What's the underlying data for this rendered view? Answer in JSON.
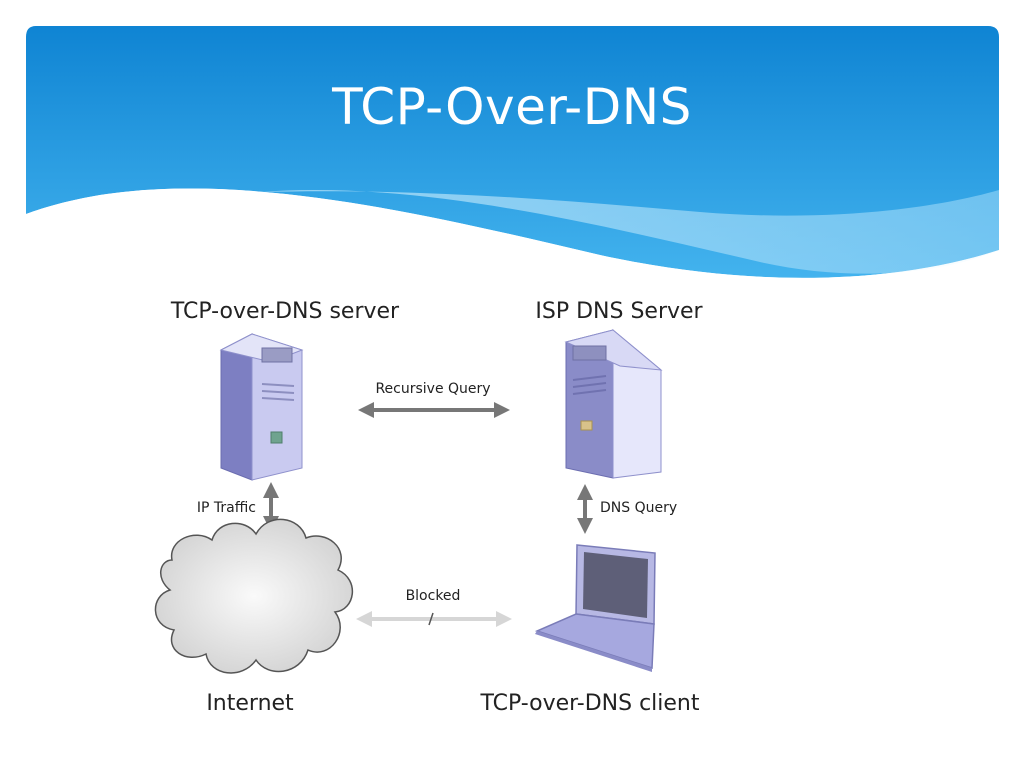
{
  "slide": {
    "title": "TCP-Over-DNS",
    "colors": {
      "header_top": "#1186d4",
      "header_bottom": "#4cb8ef",
      "wave_light": "#a9dcf7"
    }
  },
  "diagram": {
    "nodes": {
      "tcp_server": {
        "label": "TCP-over-DNS server",
        "icon": "server-tower-icon"
      },
      "isp_dns": {
        "label": "ISP DNS Server",
        "icon": "server-tower-icon"
      },
      "internet": {
        "label": "Internet",
        "icon": "cloud-icon"
      },
      "tcp_client": {
        "label": "TCP-over-DNS client",
        "icon": "laptop-icon"
      }
    },
    "edges": {
      "recursive_query": {
        "label": "Recursive Query"
      },
      "ip_traffic": {
        "label": "IP Traffic"
      },
      "dns_query": {
        "label": "DNS Query"
      },
      "blocked": {
        "label": "Blocked"
      }
    }
  }
}
